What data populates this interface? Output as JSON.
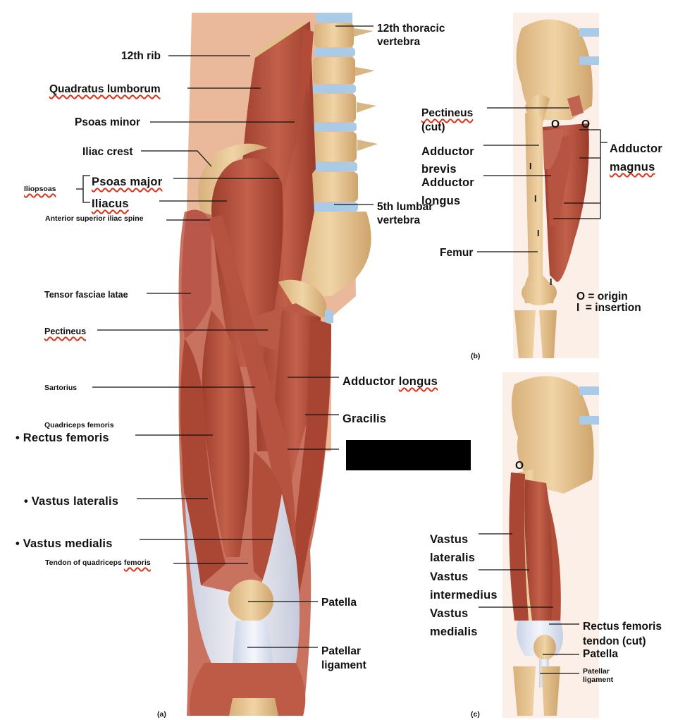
{
  "colors": {
    "muscle": "#b5513d",
    "muscle_dark": "#8e3426",
    "bone": "#e6c595",
    "bone_dark": "#c49a62",
    "disc": "#a9cbe7",
    "skin": "#eab99c",
    "tendon": "#dde4f0",
    "leader": "#111111",
    "squiggle": "#d9351d"
  },
  "panel_a": {
    "label": "(a)",
    "labels": [
      "12th rib",
      "Quadratus lumborum",
      "Psoas minor",
      "Iliac crest",
      "Iliopsoas",
      "Psoas major",
      "Iliacus",
      "Anterior superior iliac spine",
      "Tensor fasciae latae",
      "Pectineus",
      "Sartorius",
      "Quadriceps femoris",
      "• Rectus femoris",
      "• Vastus lateralis",
      "• Vastus medialis",
      "Tendon of quadriceps",
      "femoris",
      "12th thoracic",
      "vertebra",
      "5th lumbar",
      "vertebra",
      "Adductor",
      "longus",
      "Gracilis",
      "Patella",
      "Patellar",
      "ligament"
    ]
  },
  "panel_b": {
    "label": "(b)",
    "labels": [
      "Pectineus",
      "(cut)",
      "Adductor",
      "brevis",
      "Adductor",
      "longus",
      "Femur",
      "Adductor",
      "magnus",
      "O",
      "O",
      "I",
      "I",
      "I",
      "I",
      "O = origin",
      "I  = insertion"
    ]
  },
  "panel_c": {
    "label": "(c)",
    "labels": [
      "Vastus",
      "lateralis",
      "Vastus",
      "intermedius",
      "Vastus",
      "medialis",
      "Rectus femoris",
      "tendon (cut)",
      "Patella",
      "Patellar",
      "ligament",
      "O"
    ]
  }
}
